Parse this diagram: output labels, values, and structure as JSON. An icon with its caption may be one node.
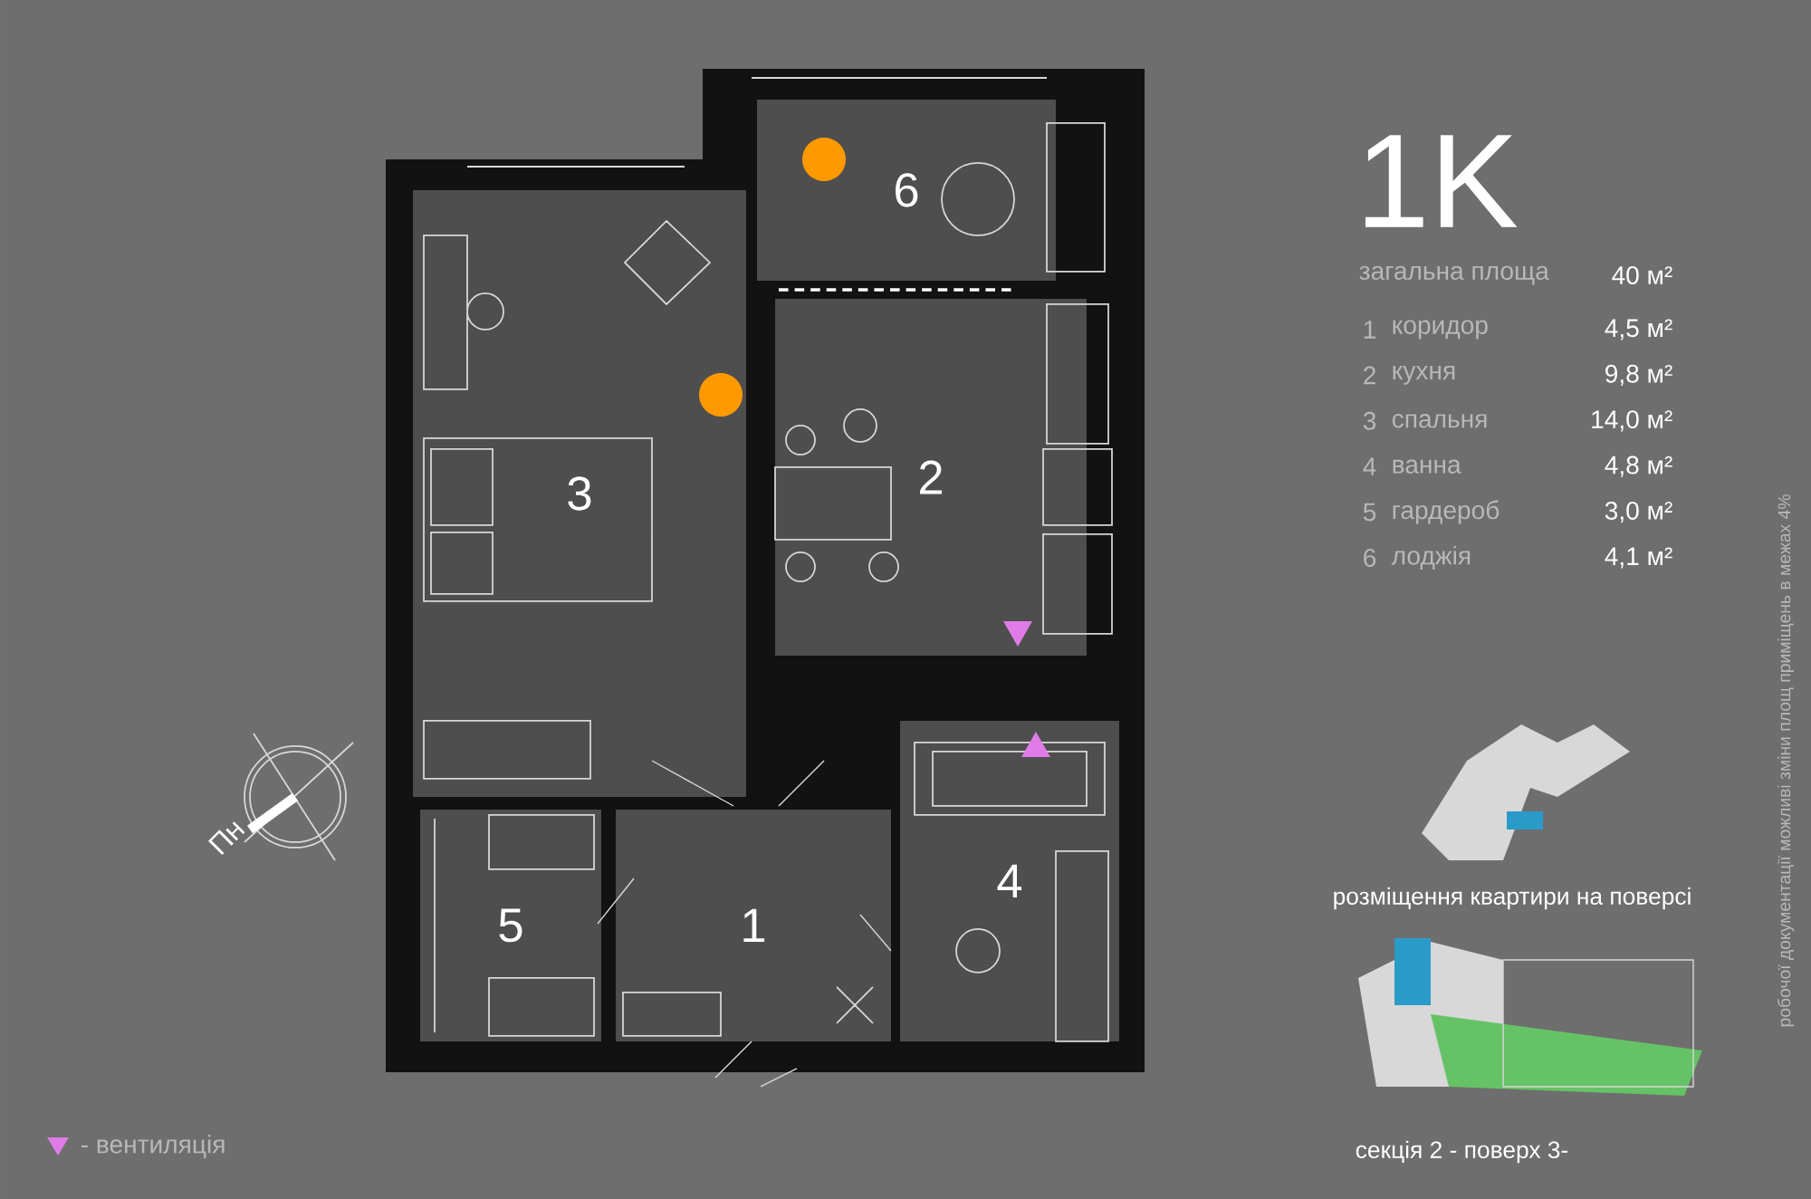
{
  "diagram": {
    "nodes": [
      {
        "text": [
          "3"
        ]
      },
      {
        "text": [
          "6"
        ]
      },
      {
        "text": [
          "2"
        ]
      },
      {
        "text": [
          "5"
        ]
      },
      {
        "text": [
          "1"
        ]
      },
      {
        "text": [
          "4"
        ]
      }
    ],
    "labels": [
      "1K",
      "загальна площа",
      "40 м²",
      "1",
      "коридор",
      "4,5 м²",
      "2",
      "кухня",
      "9,8 м²",
      "3",
      "спальня",
      "14,0 м²",
      "4",
      "ванна",
      "4,8 м²",
      "5",
      "гардероб",
      "3,0 м²",
      "6",
      "лоджія",
      "4,1 м²",
      "розміщення квартири на поверсі",
      "секція 2 - поверх 3-",
      "робочої документації можливі зміни площ приміщень в межах 4%",
      "Пн"
    ],
    "legend": [
      {
        "text": "- вентиляція"
      }
    ]
  }
}
